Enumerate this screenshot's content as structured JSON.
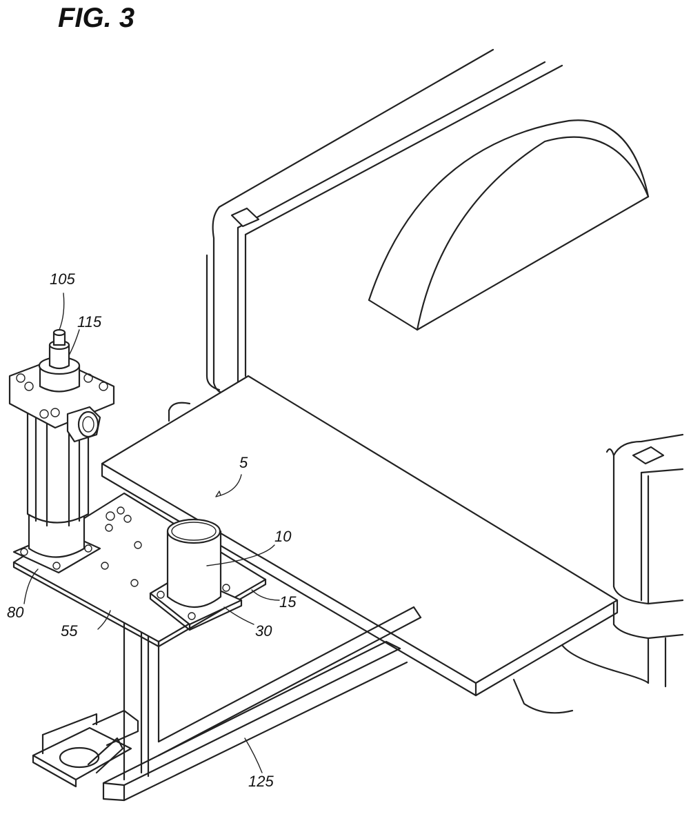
{
  "figure": {
    "title": "FIG. 3",
    "labels": {
      "l5": "5",
      "l10": "10",
      "l15": "15",
      "l30": "30",
      "l55": "55",
      "l80": "80",
      "l105": "105",
      "l115": "115",
      "l125": "125"
    }
  }
}
